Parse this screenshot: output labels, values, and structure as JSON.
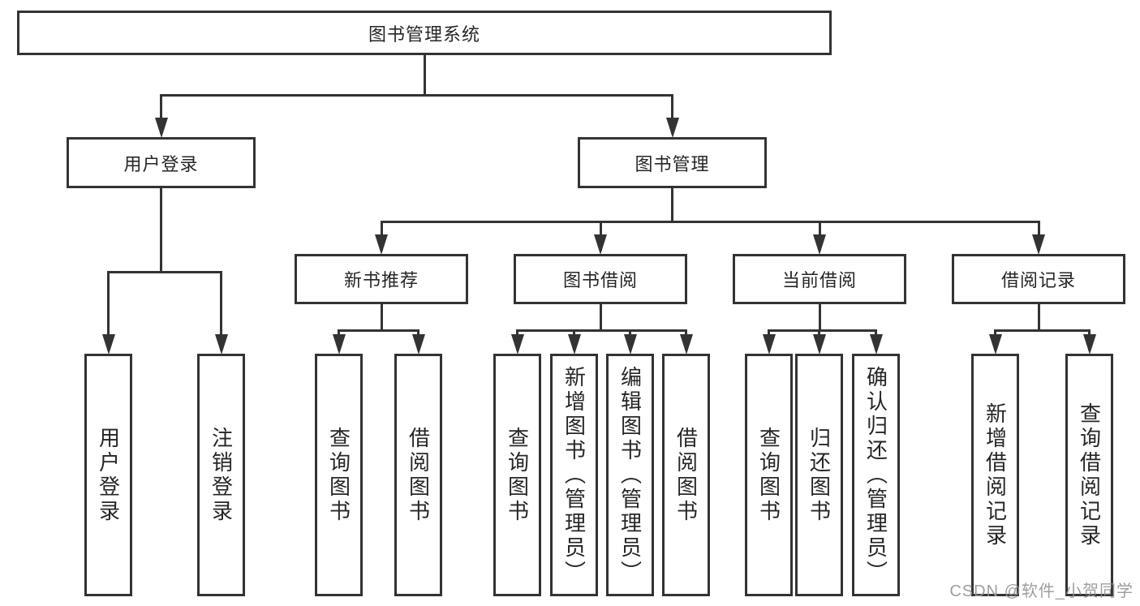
{
  "colors": {
    "line": "#333333",
    "text": "#262626",
    "box_background": "#ffffff",
    "page_background": "#ffffff",
    "watermark": "#949494"
  },
  "diagram": {
    "root": {
      "label": "图书管理系统"
    },
    "level2": [
      {
        "label": "用户登录"
      },
      {
        "label": "图书管理"
      }
    ],
    "level3": [
      {
        "label": "新书推荐"
      },
      {
        "label": "图书借阅"
      },
      {
        "label": "当前借阅"
      },
      {
        "label": "借阅记录"
      }
    ],
    "leaves": [
      {
        "label": "用户登录"
      },
      {
        "label": "注销登录"
      },
      {
        "label": "查询图书"
      },
      {
        "label": "借阅图书"
      },
      {
        "label": "查询图书"
      },
      {
        "label": "新增图书（管理员）"
      },
      {
        "label": "编辑图书（管理员）"
      },
      {
        "label": "借阅图书"
      },
      {
        "label": "查询图书"
      },
      {
        "label": "归还图书"
      },
      {
        "label": "确认归还（管理员）"
      },
      {
        "label": "新增借阅记录"
      },
      {
        "label": "查询借阅记录"
      }
    ]
  },
  "watermark": {
    "text": "CSDN @软件_小贺同学"
  }
}
